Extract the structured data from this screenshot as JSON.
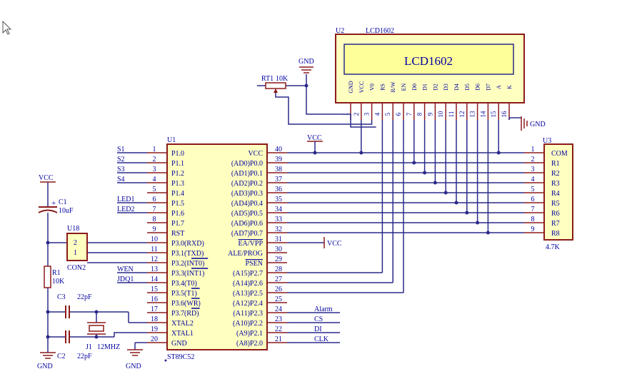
{
  "u1": {
    "ref": "U1",
    "part": "ST89C52",
    "left_pins": [
      {
        "num": "1",
        "name": "P1.0",
        "net": "S1"
      },
      {
        "num": "2",
        "name": "P1.1",
        "net": "S2"
      },
      {
        "num": "3",
        "name": "P1.2",
        "net": "S3"
      },
      {
        "num": "4",
        "name": "P1.3",
        "net": "S4"
      },
      {
        "num": "5",
        "name": "P1.4",
        "net": ""
      },
      {
        "num": "6",
        "name": "P1.5",
        "net": "LED1"
      },
      {
        "num": "7",
        "name": "P1.6",
        "net": "LED2"
      },
      {
        "num": "8",
        "name": "P1.7",
        "net": ""
      },
      {
        "num": "9",
        "name": "RST",
        "net": ""
      },
      {
        "num": "10",
        "name": "P3.0(RXD)",
        "net": ""
      },
      {
        "num": "11",
        "name": "P3.1(TXD)",
        "net": ""
      },
      {
        "num": "12",
        "name": "P3.2(INT0)",
        "net": ""
      },
      {
        "num": "13",
        "name": "P3.3(INT1)",
        "net": "WEN"
      },
      {
        "num": "14",
        "name": "P3.4(T0)",
        "net": "JDQ1"
      },
      {
        "num": "15",
        "name": "P3.5(T1)",
        "net": ""
      },
      {
        "num": "16",
        "name": "P3.6(WR)",
        "net": ""
      },
      {
        "num": "17",
        "name": "P3.7(RD)",
        "net": ""
      },
      {
        "num": "18",
        "name": "XTAL2",
        "net": ""
      },
      {
        "num": "19",
        "name": "XTAL1",
        "net": ""
      },
      {
        "num": "20",
        "name": "GND",
        "net": ""
      }
    ],
    "right_pins": [
      {
        "num": "40",
        "name": "VCC",
        "net": "VCC"
      },
      {
        "num": "39",
        "name": "(AD0)P0.0",
        "net": ""
      },
      {
        "num": "38",
        "name": "(AD1)P0.1",
        "net": ""
      },
      {
        "num": "37",
        "name": "(AD2)P0.2",
        "net": ""
      },
      {
        "num": "36",
        "name": "(AD3)P0.3",
        "net": ""
      },
      {
        "num": "35",
        "name": "(AD4)P0.4",
        "net": ""
      },
      {
        "num": "34",
        "name": "(AD5)P0.5",
        "net": ""
      },
      {
        "num": "33",
        "name": "(AD6)P0.6",
        "net": ""
      },
      {
        "num": "32",
        "name": "(AD7)P0.7",
        "net": ""
      },
      {
        "num": "31",
        "name": "EA/VPP",
        "net": "VCC"
      },
      {
        "num": "30",
        "name": "ALE/PROG",
        "net": ""
      },
      {
        "num": "29",
        "name": "PSEN",
        "net": ""
      },
      {
        "num": "28",
        "name": "(A15)P2.7",
        "net": ""
      },
      {
        "num": "27",
        "name": "(A14)P2.6",
        "net": ""
      },
      {
        "num": "26",
        "name": "(A13)P2.5",
        "net": ""
      },
      {
        "num": "25",
        "name": "(A12)P2.4",
        "net": ""
      },
      {
        "num": "24",
        "name": "(A11)P2.3",
        "net": "Alarm"
      },
      {
        "num": "23",
        "name": "(A10)P2.2",
        "net": "CS"
      },
      {
        "num": "22",
        "name": "(A9)P2.1",
        "net": "DI"
      },
      {
        "num": "21",
        "name": "(A8)P2.0",
        "net": "CLK"
      }
    ]
  },
  "lcd": {
    "ref": "U2",
    "part": "LCD1602",
    "screen_text": "LCD1602",
    "pins": [
      {
        "num": "1",
        "name": "GND"
      },
      {
        "num": "2",
        "name": "VCC"
      },
      {
        "num": "3",
        "name": "V0"
      },
      {
        "num": "4",
        "name": "RS"
      },
      {
        "num": "5",
        "name": "R/W"
      },
      {
        "num": "6",
        "name": "EN"
      },
      {
        "num": "7",
        "name": "D0"
      },
      {
        "num": "8",
        "name": "D1"
      },
      {
        "num": "9",
        "name": "D2"
      },
      {
        "num": "10",
        "name": "D3"
      },
      {
        "num": "11",
        "name": "D4"
      },
      {
        "num": "12",
        "name": "D5"
      },
      {
        "num": "13",
        "name": "D6"
      },
      {
        "num": "14",
        "name": "D7"
      },
      {
        "num": "15",
        "name": "A"
      },
      {
        "num": "16",
        "name": "K"
      }
    ]
  },
  "u3": {
    "ref": "U3",
    "value": "4.7K",
    "pins": [
      {
        "num": "1",
        "name": "COM"
      },
      {
        "num": "2",
        "name": "R1"
      },
      {
        "num": "3",
        "name": "R2"
      },
      {
        "num": "4",
        "name": "R3"
      },
      {
        "num": "5",
        "name": "R4"
      },
      {
        "num": "6",
        "name": "R5"
      },
      {
        "num": "7",
        "name": "R6"
      },
      {
        "num": "8",
        "name": "R7"
      },
      {
        "num": "9",
        "name": "R8"
      }
    ]
  },
  "u18": {
    "ref": "U18",
    "part": "CON2",
    "pin1": "1",
    "pin2": "2"
  },
  "rt1": {
    "ref": "RT1",
    "value": "10K"
  },
  "c1": {
    "ref": "C1",
    "value": "10uF",
    "polarity": "+"
  },
  "r1": {
    "ref": "R1",
    "value": "10K"
  },
  "c2": {
    "ref": "C2",
    "value": "22pF"
  },
  "c3": {
    "ref": "C3",
    "value": "22pF"
  },
  "j1": {
    "ref": "J1",
    "value": "12MHZ"
  },
  "power": {
    "vcc": "VCC",
    "gnd": "GND"
  },
  "colors": {
    "wire": "#2a2a8a",
    "component": "#8b1a1a",
    "text": "#0000a0",
    "body_fill": "#ffffc0",
    "lcd_screen": "#ffff99",
    "background": "#ffffff"
  }
}
